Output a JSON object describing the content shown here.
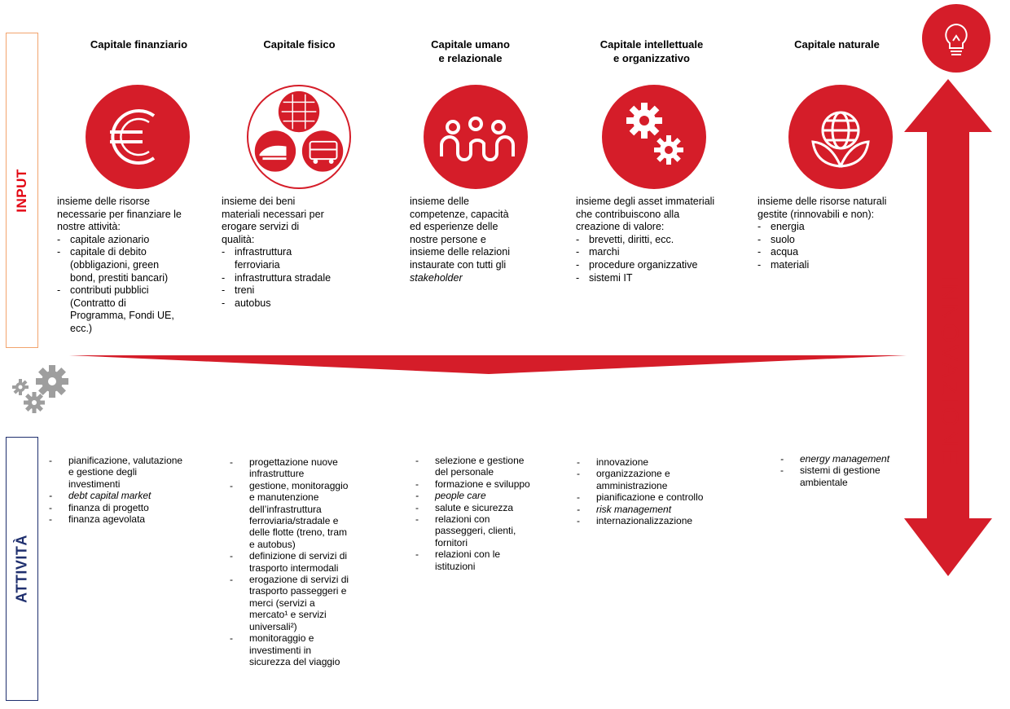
{
  "side_labels": {
    "input": "INPUT",
    "attivita": "ATTIVITÀ"
  },
  "innovation_label": "INNOVAZIONE",
  "colors": {
    "red": "#d51d29",
    "navy": "#1f2f6e",
    "orange_border": "#f2a46e",
    "gear_grey": "#9e9e9e"
  },
  "columns": [
    {
      "title": [
        "Capitale finanziario"
      ],
      "icon": "euro-icon",
      "intro": [
        "insieme delle risorse",
        "necessarie per finanziare le",
        "nostre attività:"
      ],
      "items": [
        [
          "capitale azionario"
        ],
        [
          "capitale di debito",
          "(obbligazioni, green",
          "bond, prestiti bancari)"
        ],
        [
          "contributi pubblici",
          "(Contratto di",
          "Programma, Fondi UE,",
          "ecc.)"
        ]
      ],
      "activities": [
        {
          "lines": [
            "pianificazione, valutazione",
            "e gestione degli",
            "investimenti"
          ],
          "italic": false
        },
        {
          "lines": [
            "debt capital market"
          ],
          "italic": true
        },
        {
          "lines": [
            "finanza di progetto"
          ],
          "italic": false
        },
        {
          "lines": [
            "finanza agevolata"
          ],
          "italic": false
        }
      ]
    },
    {
      "title": [
        "Capitale fisico"
      ],
      "icon": "transport-icon",
      "intro": [
        "insieme dei beni",
        "materiali necessari per",
        "erogare servizi di",
        "qualità:"
      ],
      "items": [
        [
          "infrastruttura",
          "ferroviaria"
        ],
        [
          "infrastruttura stradale"
        ],
        [
          "treni"
        ],
        [
          "autobus"
        ]
      ],
      "activities": [
        {
          "lines": [
            "progettazione nuove",
            "infrastrutture"
          ],
          "italic": false
        },
        {
          "lines": [
            "gestione, monitoraggio",
            "e manutenzione",
            "dell’infrastruttura",
            "ferroviaria/stradale e",
            "delle flotte (treno, tram",
            "e autobus)"
          ],
          "italic": false
        },
        {
          "lines": [
            "definizione di servizi di",
            "trasporto intermodali"
          ],
          "italic": false
        },
        {
          "lines": [
            "erogazione di servizi di",
            "trasporto passeggeri e",
            "merci (servizi a",
            "mercato¹ e servizi",
            "universali²)"
          ],
          "italic": false
        },
        {
          "lines": [
            "monitoraggio e",
            "investimenti in",
            "sicurezza del viaggio"
          ],
          "italic": false
        }
      ]
    },
    {
      "title": [
        "Capitale umano",
        "e relazionale"
      ],
      "icon": "people-icon",
      "intro": [
        "insieme delle",
        "competenze, capacità",
        "ed esperienze delle",
        "nostre persone e",
        "insieme delle relazioni",
        "instaurate con tutti gli"
      ],
      "intro_italic": "stakeholder",
      "items": [],
      "activities": [
        {
          "lines": [
            "selezione e gestione",
            "del personale"
          ],
          "italic": false
        },
        {
          "lines": [
            "formazione e sviluppo"
          ],
          "italic": false
        },
        {
          "lines": [
            "people care"
          ],
          "italic": true
        },
        {
          "lines": [
            "salute e sicurezza"
          ],
          "italic": false
        },
        {
          "lines": [
            "relazioni con",
            "passeggeri, clienti,",
            "fornitori"
          ],
          "italic": false
        },
        {
          "lines": [
            "relazioni con le",
            "istituzioni"
          ],
          "italic": false
        }
      ]
    },
    {
      "title": [
        "Capitale intellettuale",
        "e organizzativo"
      ],
      "icon": "gears-icon",
      "intro": [
        "insieme degli asset immateriali",
        "che contribuiscono alla",
        "creazione di valore:"
      ],
      "items": [
        [
          "brevetti, diritti, ecc."
        ],
        [
          "marchi"
        ],
        [
          "procedure organizzative"
        ],
        [
          "sistemi IT"
        ]
      ],
      "activities": [
        {
          "lines": [
            "innovazione"
          ],
          "italic": false
        },
        {
          "lines": [
            "organizzazione e",
            "amministrazione"
          ],
          "italic": false
        },
        {
          "lines": [
            "pianificazione e controllo"
          ],
          "italic": false
        },
        {
          "lines": [
            "risk management"
          ],
          "italic": true
        },
        {
          "lines": [
            "internazionalizzazione"
          ],
          "italic": false
        }
      ]
    },
    {
      "title": [
        "Capitale naturale"
      ],
      "icon": "globe-leaves-icon",
      "intro": [
        "insieme delle risorse naturali",
        "gestite (rinnovabili  e non):"
      ],
      "items": [
        [
          "energia"
        ],
        [
          "suolo"
        ],
        [
          "acqua"
        ],
        [
          "materiali"
        ]
      ],
      "activities": [
        {
          "lines": [
            "energy management"
          ],
          "italic": true
        },
        {
          "lines": [
            "sistemi di gestione",
            "ambientale"
          ],
          "italic": false
        }
      ]
    }
  ]
}
